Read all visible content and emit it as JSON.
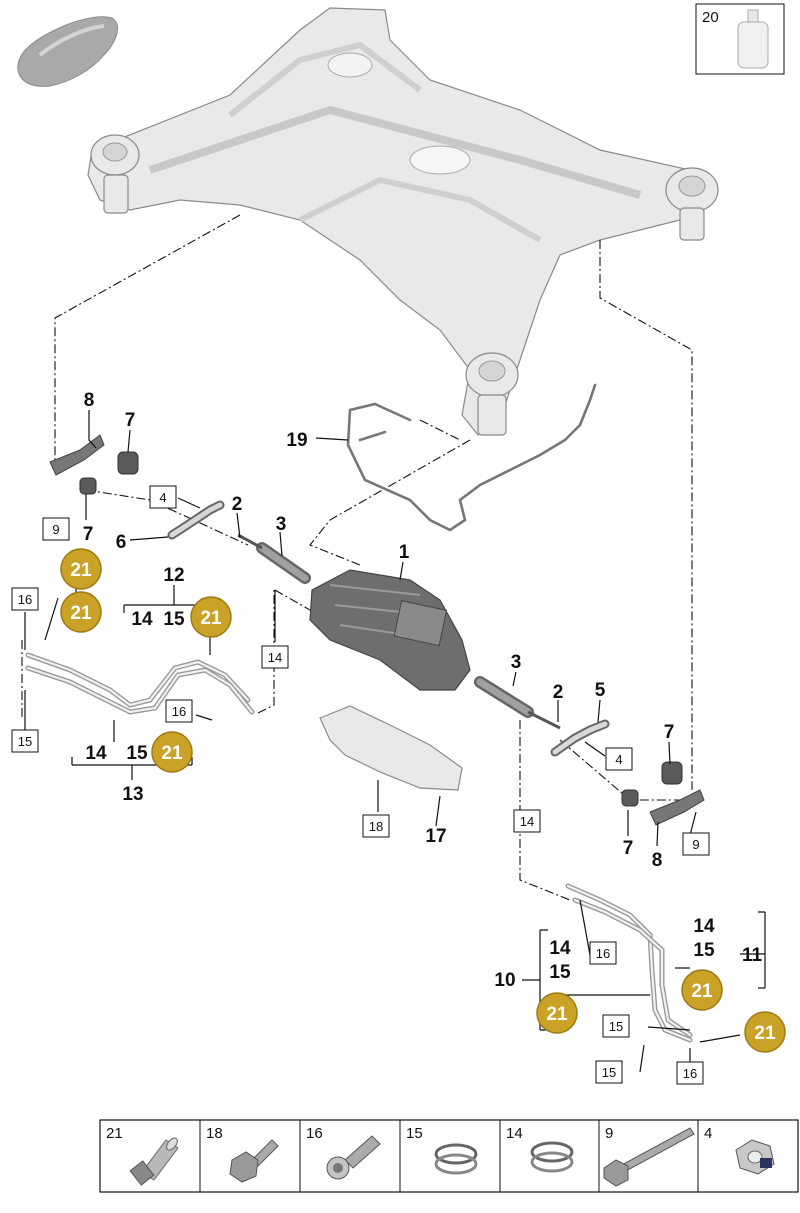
{
  "colors": {
    "coin_fill": "#c9a227",
    "coin_stroke": "#9c7a14",
    "coin_text": "#ffffff",
    "part_fill": "#e9e9e9",
    "line": "#111111"
  },
  "callouts": [
    {
      "text": "1"
    },
    {
      "text": "2"
    },
    {
      "text": "3"
    },
    {
      "text": "2"
    },
    {
      "text": "3"
    },
    {
      "text": "5"
    },
    {
      "text": "6"
    },
    {
      "text": "7"
    },
    {
      "text": "7"
    },
    {
      "text": "7"
    },
    {
      "text": "7"
    },
    {
      "text": "8"
    },
    {
      "text": "8"
    },
    {
      "text": "10"
    },
    {
      "text": "11"
    },
    {
      "text": "12"
    },
    {
      "text": "13"
    },
    {
      "text": "14"
    },
    {
      "text": "15"
    },
    {
      "text": "14"
    },
    {
      "text": "15"
    },
    {
      "text": "14"
    },
    {
      "text": "15"
    },
    {
      "text": "14"
    },
    {
      "text": "15"
    },
    {
      "text": "17"
    },
    {
      "text": "19"
    }
  ],
  "boxes": [
    {
      "text": "4"
    },
    {
      "text": "4"
    },
    {
      "text": "9"
    },
    {
      "text": "9"
    },
    {
      "text": "14"
    },
    {
      "text": "14"
    },
    {
      "text": "15"
    },
    {
      "text": "15"
    },
    {
      "text": "15"
    },
    {
      "text": "16"
    },
    {
      "text": "16"
    },
    {
      "text": "16"
    },
    {
      "text": "16"
    },
    {
      "text": "18"
    },
    {
      "text": "20"
    }
  ],
  "coins": [
    {
      "text": "21"
    },
    {
      "text": "21"
    },
    {
      "text": "21"
    },
    {
      "text": "21"
    },
    {
      "text": "21"
    },
    {
      "text": "21"
    },
    {
      "text": "21"
    }
  ],
  "legend": [
    {
      "text": "21",
      "icon": "sleeve-icon"
    },
    {
      "text": "18",
      "icon": "bolt-flange-icon"
    },
    {
      "text": "16",
      "icon": "hollow-bolt-icon"
    },
    {
      "text": "15",
      "icon": "seal-ring-icon"
    },
    {
      "text": "14",
      "icon": "seal-ring-icon"
    },
    {
      "text": "9",
      "icon": "long-bolt-icon"
    },
    {
      "text": "4",
      "icon": "nut-icon"
    }
  ]
}
